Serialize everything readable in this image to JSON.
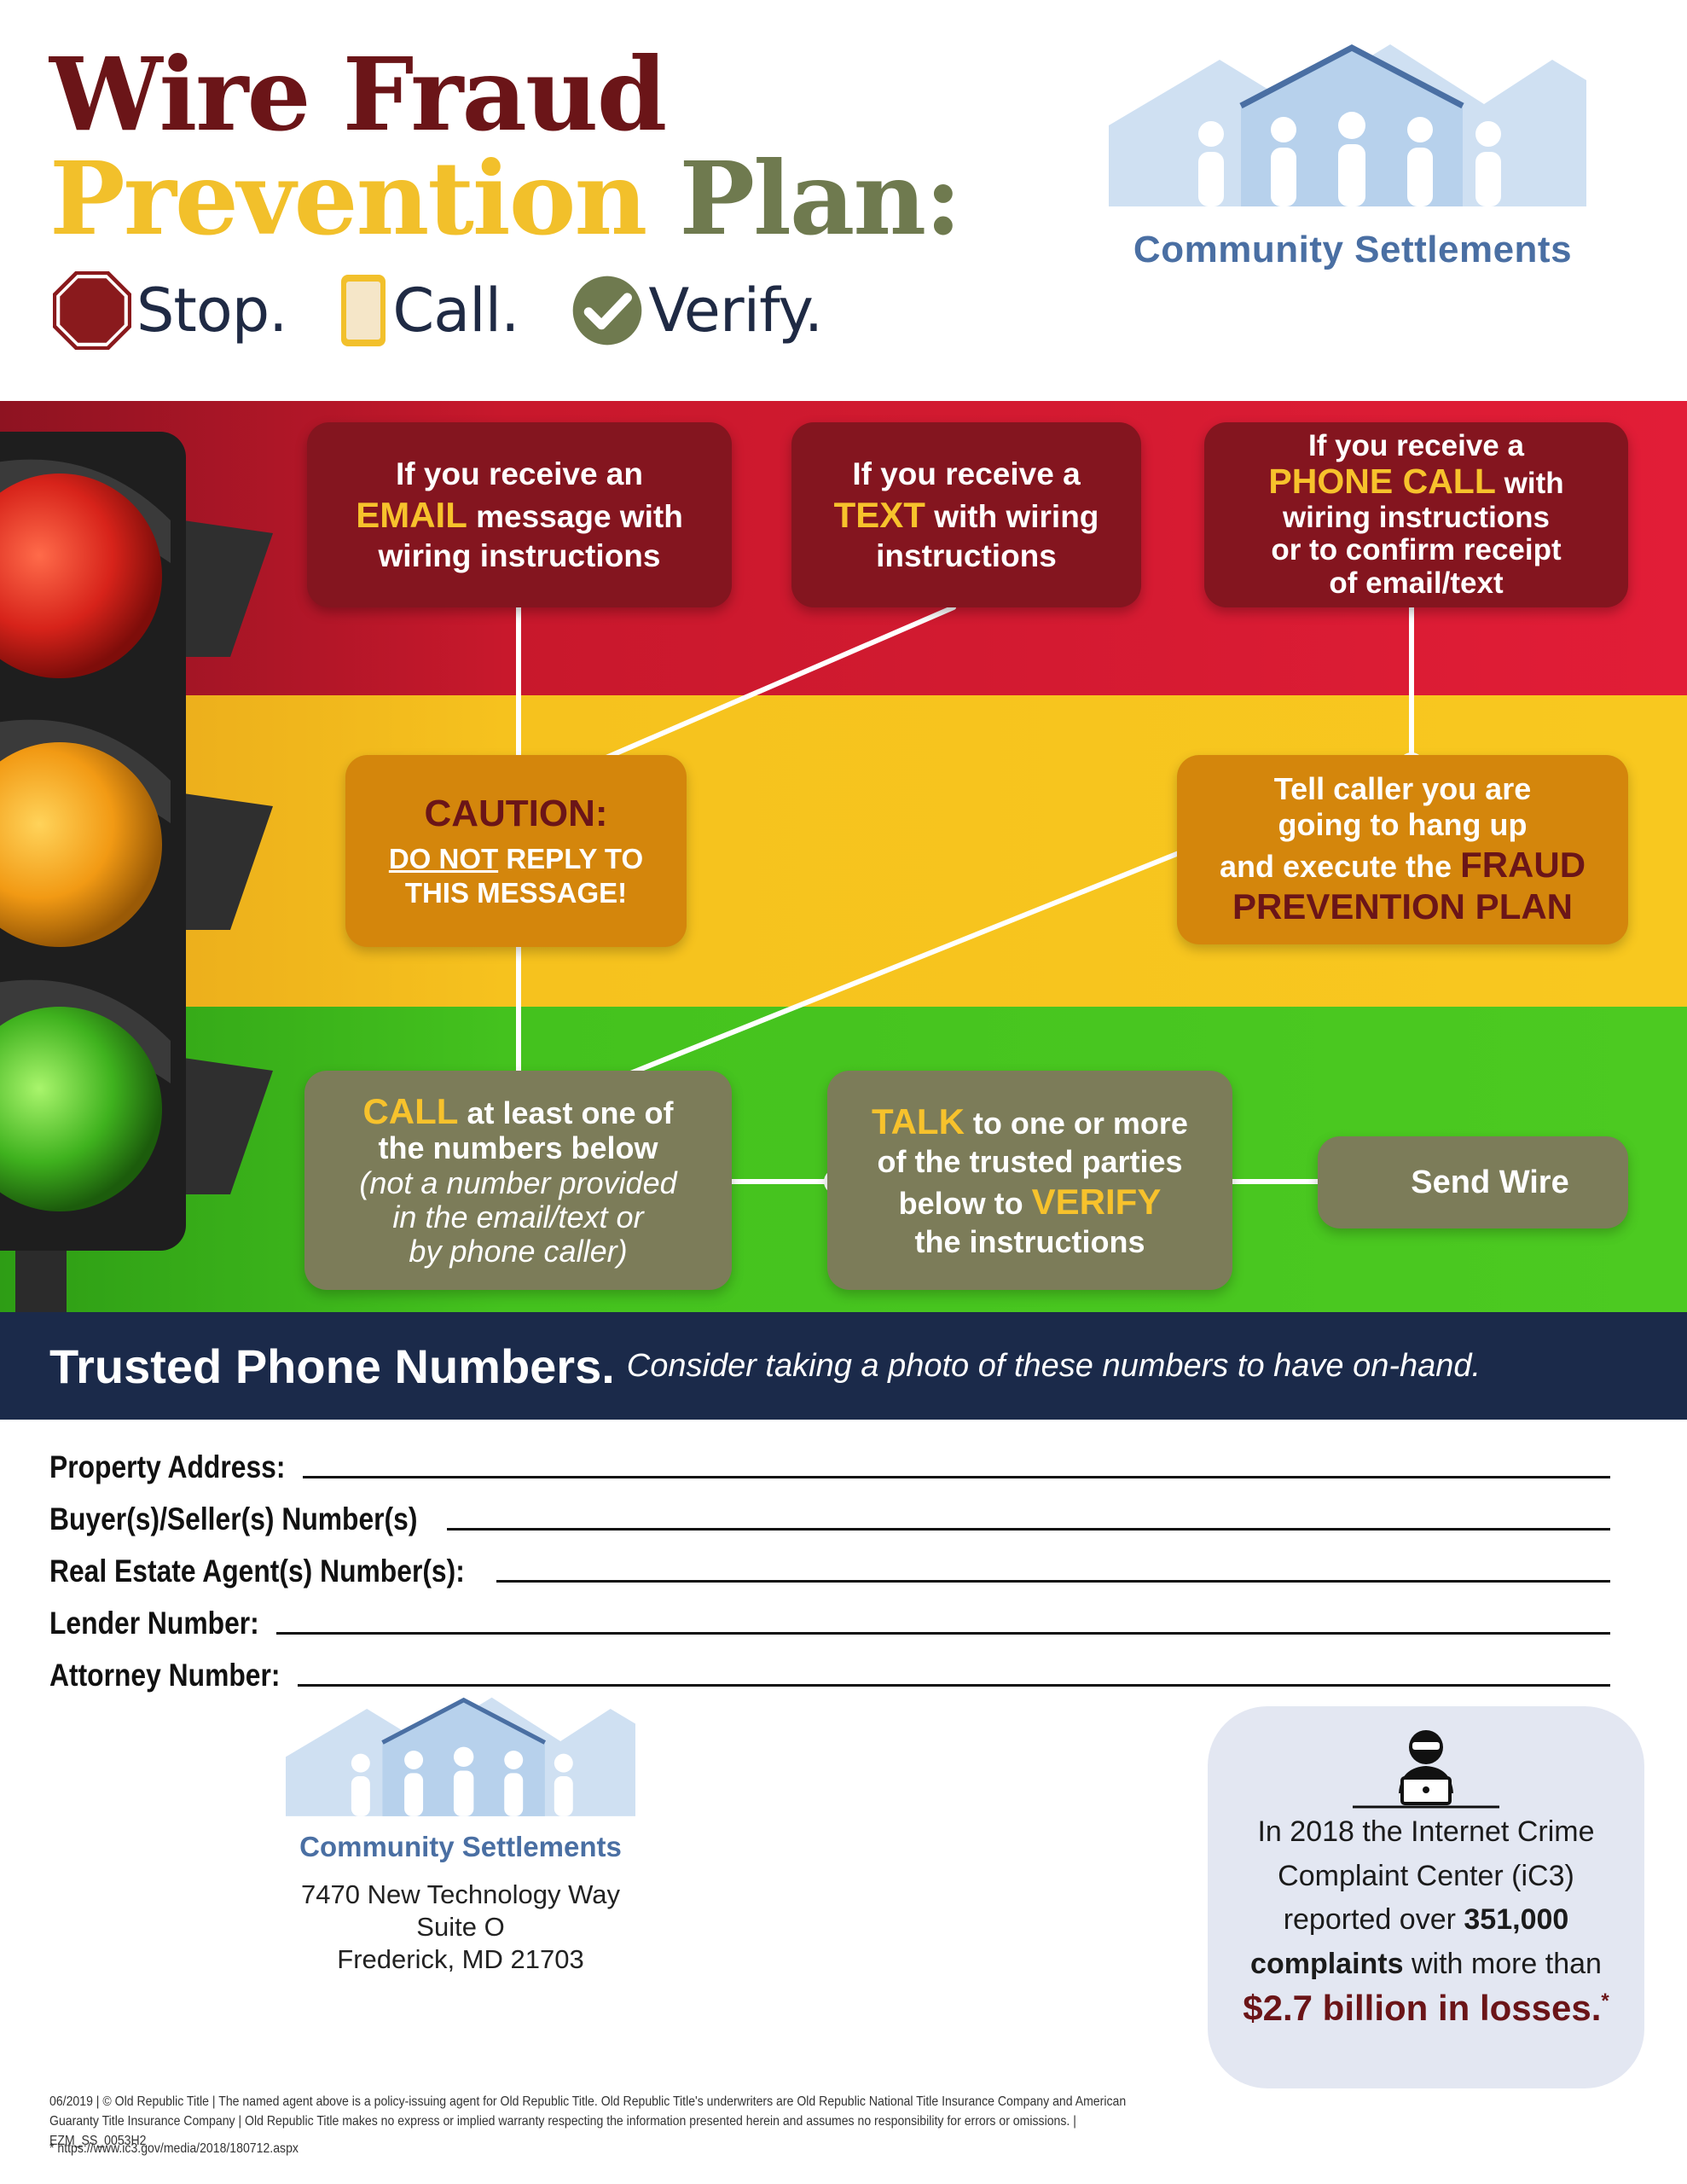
{
  "header": {
    "title_line1": "Wire Fraud",
    "title_prevention": "Prevention",
    "title_plan": "Plan:",
    "steps": [
      {
        "label": "Stop.",
        "icon": "stop-sign-icon"
      },
      {
        "label": "Call.",
        "icon": "phone-icon"
      },
      {
        "label": "Verify.",
        "icon": "checkmark-icon"
      }
    ]
  },
  "logo": {
    "name": "Community Settlements"
  },
  "colors": {
    "title_dark_red": "#6b1518",
    "title_gold": "#f2c02b",
    "title_olive": "#6f7a4f",
    "navy": "#1b2a4a",
    "logo_blue": "#4a6fa3",
    "red_band": "#e21d37",
    "yellow_band": "#f8c81f",
    "green_band": "#4cca21"
  },
  "flow": {
    "email_box": {
      "pre": "If you receive an",
      "key": "EMAIL",
      "post": "message with",
      "line3": "wiring instructions"
    },
    "text_box": {
      "pre": "If you receive a",
      "key": "TEXT",
      "post": "with wiring",
      "line3": "instructions"
    },
    "phone_box": {
      "pre": "If you receive a",
      "key": "PHONE CALL",
      "post": "with",
      "line3": "wiring instructions",
      "line4": "or to confirm receipt",
      "line5": "of email/text"
    },
    "caution_box": {
      "title": "CAUTION:",
      "do_not": "DO NOT",
      "rest": "REPLY TO",
      "line3": "THIS MESSAGE!"
    },
    "tell_caller_box": {
      "line1": "Tell caller you are",
      "line2": "going to hang up",
      "line3_pre": "and execute the",
      "line3_key": "FRAUD",
      "line4_key": "PREVENTION PLAN"
    },
    "call_box": {
      "key": "CALL",
      "post": "at least one of",
      "line2": "the numbers below",
      "italic1": "(not a number provided",
      "italic2": "in the email/text or",
      "italic3": "by phone caller)"
    },
    "talk_box": {
      "key": "TALK",
      "post": "to one or more",
      "line2": "of the trusted parties",
      "line3_pre": "below to",
      "line3_key": "VERIFY",
      "line4": "the instructions"
    },
    "send_box": {
      "label": "Send Wire"
    }
  },
  "trusted": {
    "title": "Trusted Phone Numbers.",
    "subtitle": "Consider taking a photo of these numbers to have on-hand.",
    "fields": [
      "Property Address:",
      "Buyer(s)/Seller(s) Number(s)",
      "Real Estate Agent(s) Number(s):",
      "Lender Number:",
      "Attorney Number:"
    ]
  },
  "footer": {
    "address_line1": "7470 New Technology Way",
    "address_line2": "Suite O",
    "address_line3": "Frederick, MD 21703",
    "stat_pre": "In 2018 the Internet Crime Complaint Center (iC3) reported over",
    "stat_bold": "351,000 complaints",
    "stat_post": "with more than",
    "stat_loss": "$2.7 billion in losses.",
    "stat_asterisk": "*",
    "fine_print_1": "06/2019 | © Old Republic Title | The named agent above is a policy-issuing agent for Old Republic Title. Old Republic Title's underwriters are Old Republic National Title Insurance Company and American",
    "fine_print_2": "Guaranty Title Insurance Company | Old Republic Title makes no express or implied warranty respecting the information presented herein and assumes no responsibility for errors or omissions. | EZM_SS_0053H2",
    "source": "* https://www.ic3.gov/media/2018/180712.aspx"
  }
}
